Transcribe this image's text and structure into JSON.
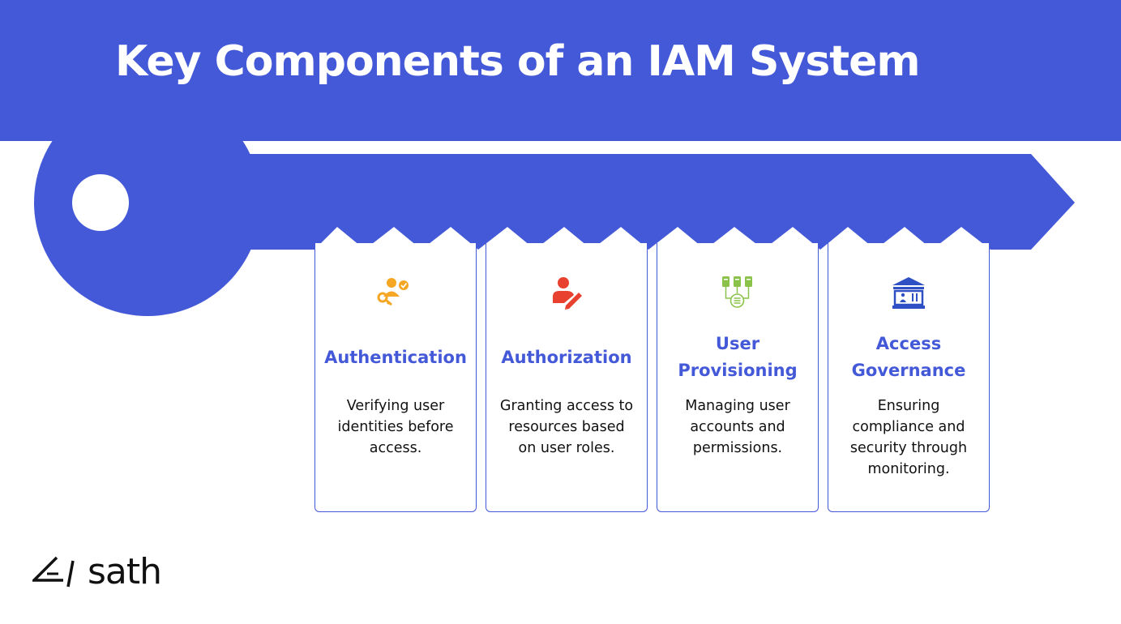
{
  "title": "Key Components of an IAM System",
  "colors": {
    "primary": "#4459d8",
    "text": "#111111",
    "authentication_icon": "#f5a623",
    "authorization_icon": "#e8412f",
    "provisioning_icon": "#8bc34a",
    "governance_icon": "#2f4fc4"
  },
  "cards": [
    {
      "icon": "users-check-icon",
      "title": "Authentication",
      "description": "Verifying user identities before access."
    },
    {
      "icon": "user-edit-icon",
      "title": "Authorization",
      "description": "Granting access to resources based on user roles."
    },
    {
      "icon": "servers-network-icon",
      "title": "User Provisioning",
      "description": "Managing user accounts and permissions."
    },
    {
      "icon": "institution-icon",
      "title": "Access Governance",
      "description": "Ensuring compliance and security through monitoring."
    }
  ],
  "logo": {
    "text": "sath"
  }
}
